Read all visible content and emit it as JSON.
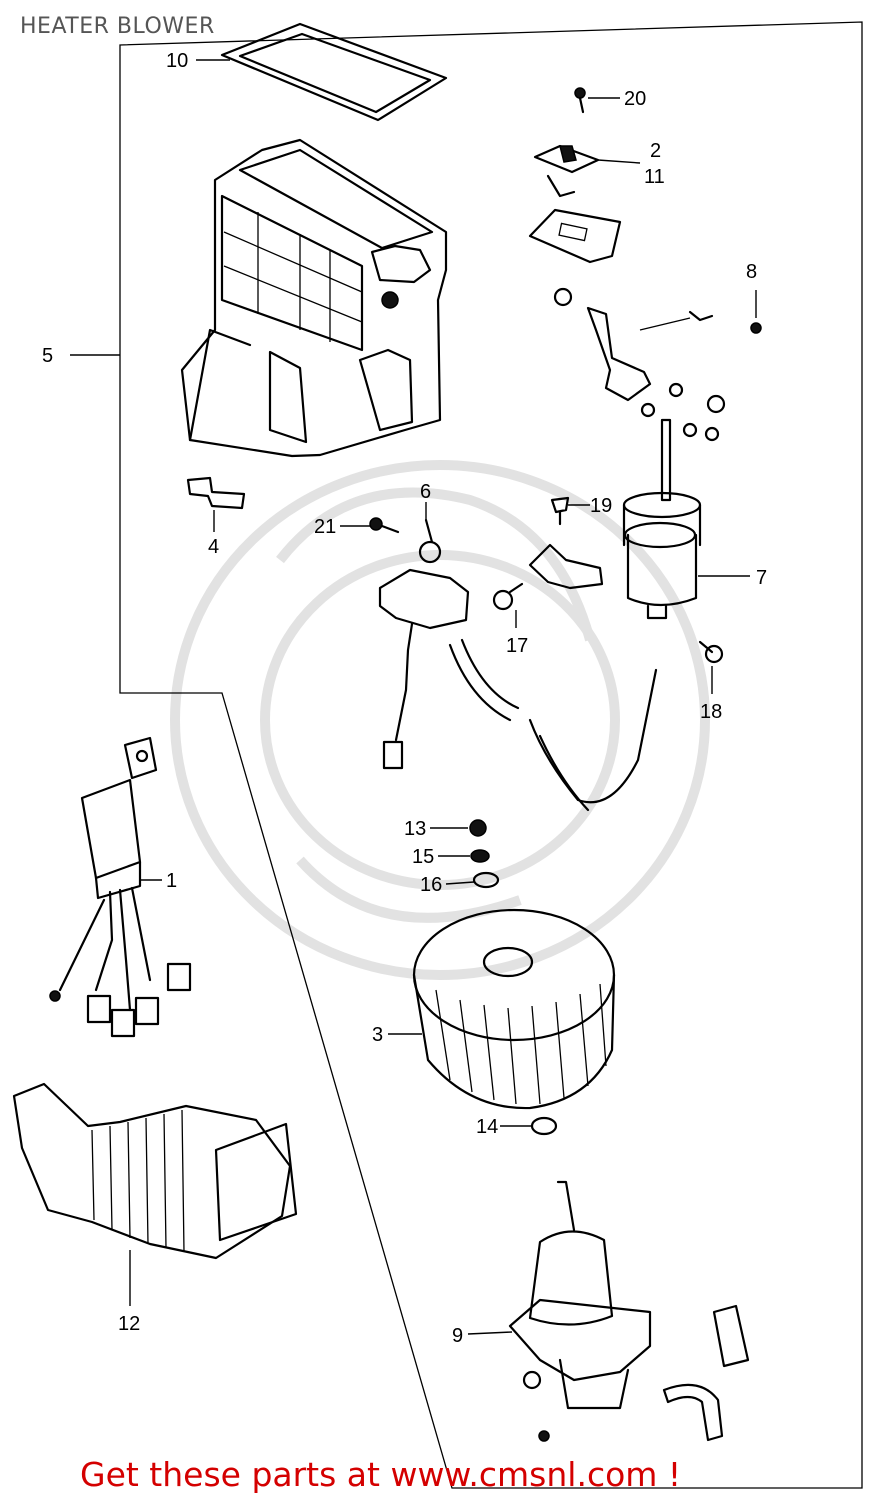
{
  "title": "HEATER BLOWER",
  "footer": "Get these parts at www.cmsnl.com !",
  "callouts": [
    "1",
    "2",
    "3",
    "4",
    "5",
    "6",
    "7",
    "8",
    "9",
    "10",
    "11",
    "12",
    "13",
    "14",
    "15",
    "16",
    "17",
    "18",
    "19",
    "20",
    "21"
  ],
  "parts": {
    "p1": "relay-harness",
    "p3": "fan-wheel",
    "p4": "clip",
    "p5": "blower-housing",
    "p6": "resistor-harness",
    "p7": "vacuum-actuator",
    "p9": "blower-motor",
    "p10": "gasket",
    "p12": "duct"
  }
}
